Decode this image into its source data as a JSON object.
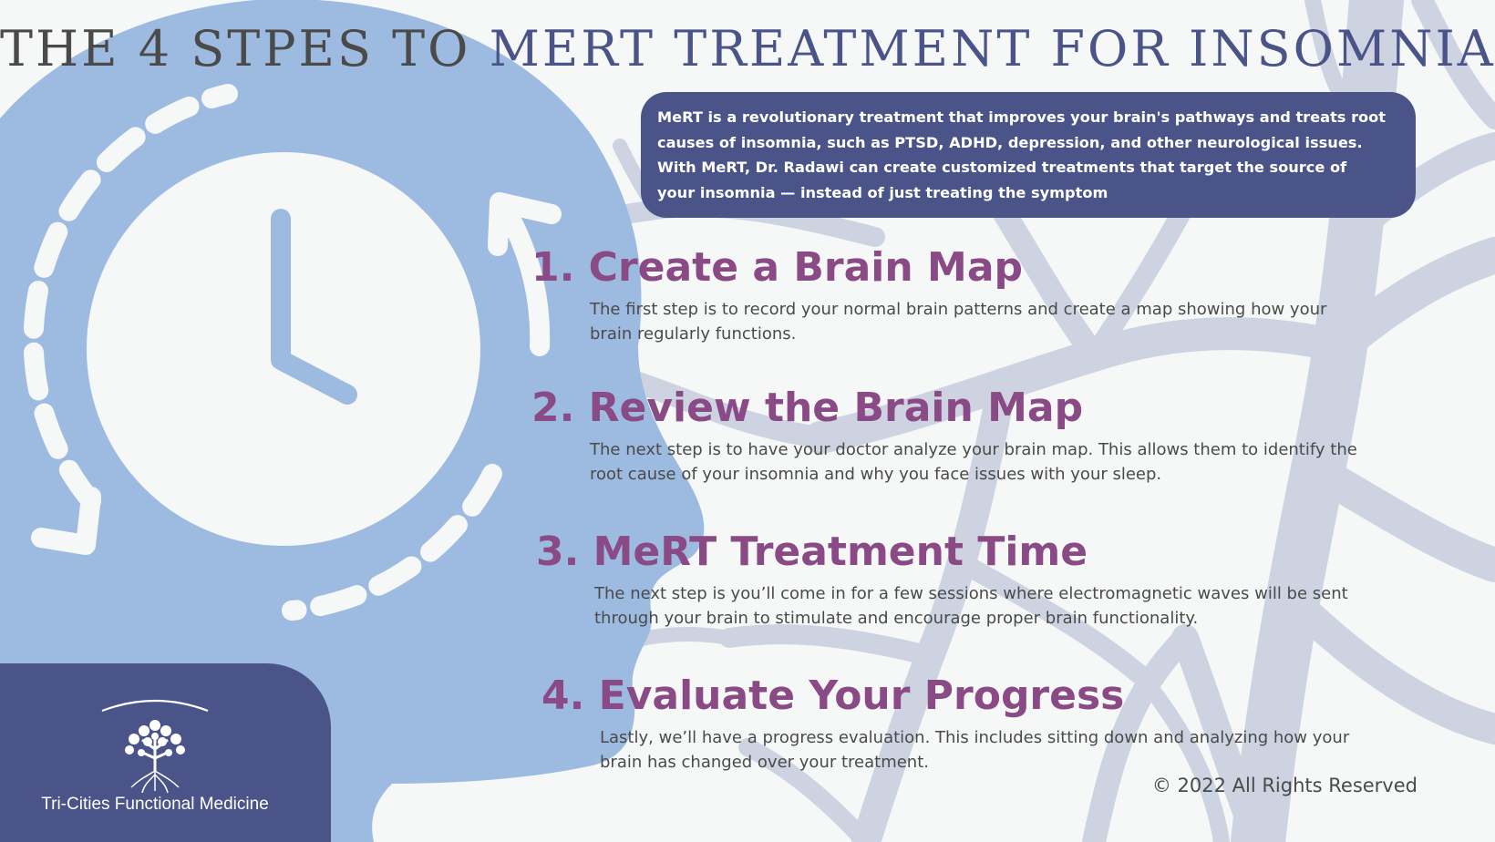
{
  "title_part1": "THE 4 STPES TO ",
  "title_part2": "MERT TREATMENT FOR INSOMNIA",
  "intro_text": "MeRT is a revolutionary treatment that improves your brain's pathways and treats root causes of insomnia, such as PTSD, ADHD, depression, and other neurological issues. With MeRT, Dr. Radawi can create customized treatments that target the source of your  insomnia — instead of just treating the symptom",
  "steps": [
    {
      "heading": "1. Create a Brain Map",
      "text": "The first step is to record your normal brain patterns and create a map showing how your brain regularly functions."
    },
    {
      "heading": "2. Review the Brain Map",
      "text": "The next step is to have your doctor analyze your brain map. This allows them to identify the root cause of your insomnia and why you face issues with your sleep."
    },
    {
      "heading": "3. MeRT Treatment Time",
      "text": "The next step is you’ll come in for a few sessions where electromagnetic waves will be sent through your brain to stimulate and encourage proper brain functionality."
    },
    {
      "heading": "4. Evaluate Your Progress",
      "text": "Lastly, we’ll have a progress evaluation. This includes sitting down and analyzing how your brain has changed over your treatment."
    }
  ],
  "logo_text": "Tri-Cities Functional Medicine",
  "copyright": "© 2022  All Rights Reserved",
  "icons": [
    "head-silhouette-icon",
    "clock-icon",
    "circular-arrows-icon",
    "neuron-background-icon",
    "tree-logo-icon"
  ],
  "colors": {
    "navy": "#4a5489",
    "purple": "#8a4a85",
    "head_blue": "#9dbbe0",
    "neuron_gray": "#cdd3e0",
    "text": "#4a4a4a"
  }
}
